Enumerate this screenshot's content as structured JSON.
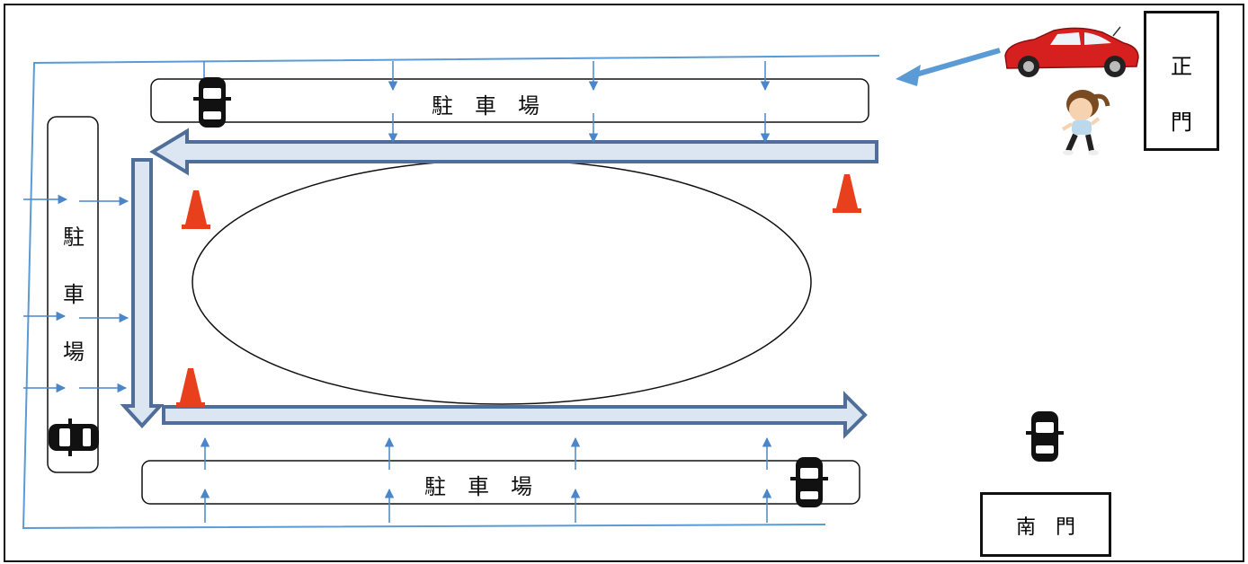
{
  "labels": {
    "parking_top": "駐　車　場",
    "parking_bottom": "駐　車　場",
    "parking_left": [
      "駐",
      "車",
      "場"
    ],
    "main_gate": [
      "正",
      "門"
    ],
    "south_gate": "南　門"
  },
  "colors": {
    "flow_arrow_fill": "#dce6f2",
    "flow_arrow_stroke": "#4f6f9a",
    "thin_arrow": "#4a86c8",
    "entry_arrow": "#5b9bd5",
    "boundary_line": "#5b9bd5",
    "cone": "#e8401c",
    "car_red": "#d61f1f"
  },
  "icons": [
    "car-red-icon",
    "pedestrian-girl-icon",
    "car-topview-icon",
    "traffic-cone-icon"
  ]
}
